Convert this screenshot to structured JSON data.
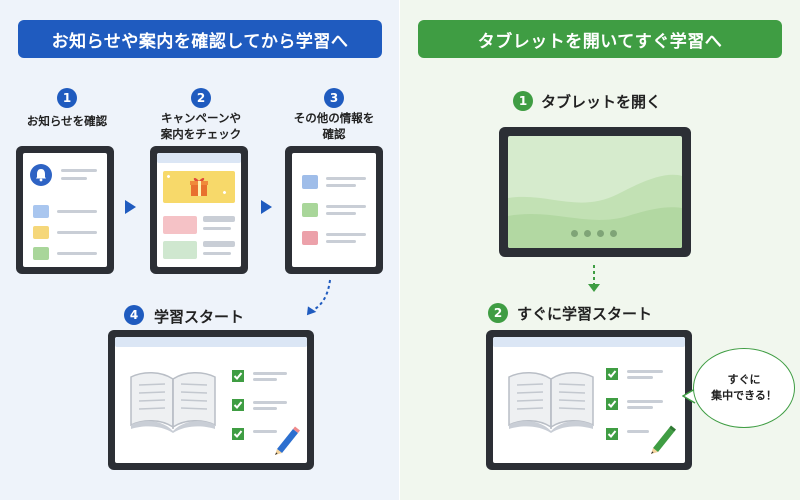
{
  "left": {
    "banner": "お知らせや案内を確認してから学習へ",
    "steps": [
      {
        "num": "1",
        "caption_lines": [
          "お知らせを確認"
        ]
      },
      {
        "num": "2",
        "caption_lines": [
          "キャンペーンや",
          "案内をチェック"
        ]
      },
      {
        "num": "3",
        "caption_lines": [
          "その他の情報を",
          "確認"
        ]
      }
    ],
    "final_step": {
      "num": "4",
      "label": "学習スタート"
    }
  },
  "right": {
    "banner": "タブレットを開いてすぐ学習へ",
    "step1": {
      "num": "1",
      "label": "タブレットを開く"
    },
    "step2": {
      "num": "2",
      "label": "すぐに学習スタート"
    },
    "bubble_lines": [
      "すぐに",
      "集中できる！"
    ]
  },
  "colors": {
    "left_accent": "#1f5bbf",
    "right_accent": "#3f9d43",
    "left_bg": "#eef3fa",
    "right_bg": "#f1f7ee"
  },
  "icons": [
    "bell-icon",
    "gift-icon",
    "book-icon",
    "pencil-icon",
    "checkbox-icon"
  ]
}
